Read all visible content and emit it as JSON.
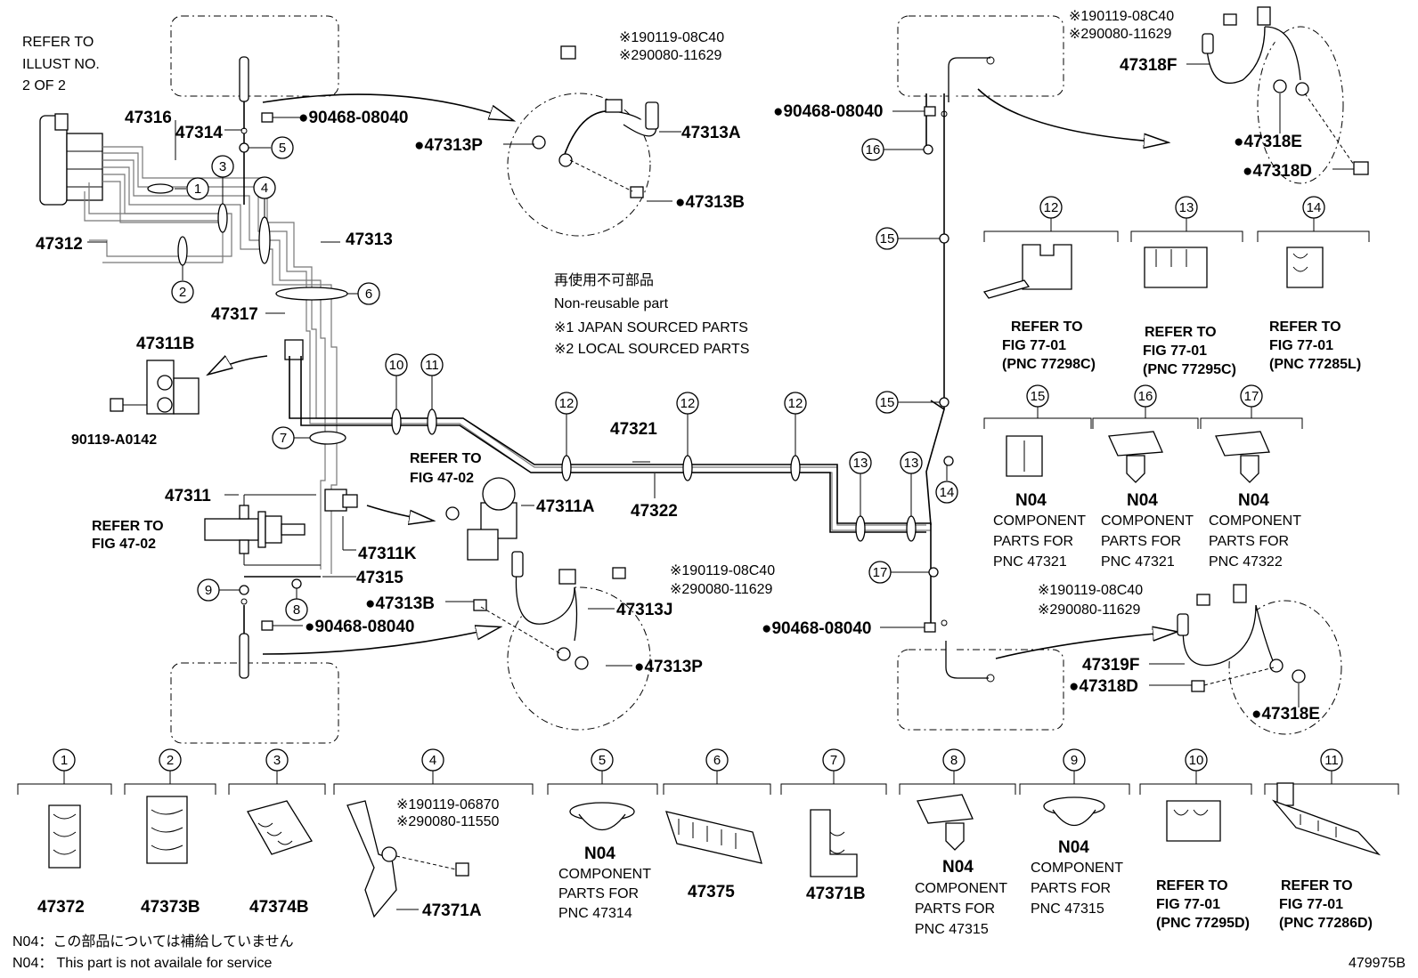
{
  "doc_id": "479975B",
  "refer_illust": [
    "REFER TO",
    "ILLUST NO.",
    "2 OF 2"
  ],
  "legend": {
    "non_reusable_jp": "再使用不可部品",
    "non_reusable_en": "Non-reusable part",
    "japan": "※1 JAPAN SOURCED PARTS",
    "local": "※2 LOCAL SOURCED PARTS"
  },
  "footnote": {
    "jp": "N04：この部品については補給していません",
    "en": "N04： This part is not availale for service"
  },
  "labels": {
    "p47316": "47316",
    "p47314": "47314",
    "p47312": "47312",
    "p47313": "47313",
    "p47317": "47317",
    "p47311B": "47311B",
    "p90119A": "90119-A0142",
    "p47311": "47311",
    "refer_fig4702a": "REFER TO",
    "refer_fig4702b": "FIG 47-02",
    "refer_fig4702c": "REFER TO",
    "refer_fig4702d": "FIG 47-02",
    "p47311A": "47311A",
    "p47311K": "47311K",
    "p47315": "47315",
    "p47321": "47321",
    "p47322": "47322",
    "b90468a": "●90468-08040",
    "b90468b": "●90468-08040",
    "b90468c": "●90468-08040",
    "b90468d": "●90468-08040",
    "p47313A": "47313A",
    "p47313Pa": "●47313P",
    "p47313Ba": "●47313B",
    "p47313Bb": "●47313B",
    "p47313J": "47313J",
    "p47313Pb": "●47313P",
    "ref1a": "※190119-08C40",
    "ref2a": "※290080-11629",
    "ref1b": "※190119-08C40",
    "ref2b": "※290080-11629",
    "ref1c": "※190119-08C40",
    "ref2c": "※290080-11629",
    "ref1d": "※190119-08C40",
    "ref2d": "※290080-11629",
    "p47318F": "47318F",
    "p47318Ea": "●47318E",
    "p47318Da": "●47318D",
    "p47319F": "47319F",
    "p47318Db": "●47318D",
    "p47318Eb": "●47318E"
  },
  "callouts": [
    "1",
    "2",
    "3",
    "4",
    "5",
    "6",
    "7",
    "8",
    "9",
    "10",
    "11",
    "12",
    "13",
    "14",
    "15",
    "16",
    "17"
  ],
  "right_boxes": {
    "b12": {
      "num": "12",
      "l1": "REFER TO",
      "l2": "FIG 77-01",
      "l3": "(PNC 77298C)"
    },
    "b13": {
      "num": "13",
      "l1": "REFER TO",
      "l2": "FIG 77-01",
      "l3": "(PNC 77295C)"
    },
    "b14": {
      "num": "14",
      "l1": "REFER TO",
      "l2": "FIG 77-01",
      "l3": "(PNC 77285L)"
    },
    "b15": {
      "num": "15",
      "code": "N04",
      "l1": "COMPONENT",
      "l2": "PARTS FOR",
      "l3": "PNC 47321"
    },
    "b16": {
      "num": "16",
      "code": "N04",
      "l1": "COMPONENT",
      "l2": "PARTS FOR",
      "l3": "PNC 47321"
    },
    "b17": {
      "num": "17",
      "code": "N04",
      "l1": "COMPONENT",
      "l2": "PARTS FOR",
      "l3": "PNC 47322"
    }
  },
  "bottom_boxes": {
    "b1": {
      "num": "1",
      "part": "47372"
    },
    "b2": {
      "num": "2",
      "part": "47373B"
    },
    "b3": {
      "num": "3",
      "part": "47374B"
    },
    "b4": {
      "num": "4",
      "part": "47371A",
      "ref1": "※190119-06870",
      "ref2": "※290080-11550"
    },
    "b5": {
      "num": "5",
      "code": "N04",
      "l1": "COMPONENT",
      "l2": "PARTS FOR",
      "l3": "PNC 47314"
    },
    "b6": {
      "num": "6",
      "part": "47375"
    },
    "b7": {
      "num": "7",
      "part": "47371B"
    },
    "b8": {
      "num": "8",
      "code": "N04",
      "l1": "COMPONENT",
      "l2": "PARTS FOR",
      "l3": "PNC 47315"
    },
    "b9": {
      "num": "9",
      "code": "N04",
      "l1": "COMPONENT",
      "l2": "PARTS FOR",
      "l3": "PNC 47315"
    },
    "b10": {
      "num": "10",
      "l1": "REFER TO",
      "l2": "FIG 77-01",
      "l3": "(PNC 77295D)"
    },
    "b11": {
      "num": "11",
      "l1": "REFER TO",
      "l2": "FIG 77-01",
      "l3": "(PNC 77286D)"
    }
  }
}
